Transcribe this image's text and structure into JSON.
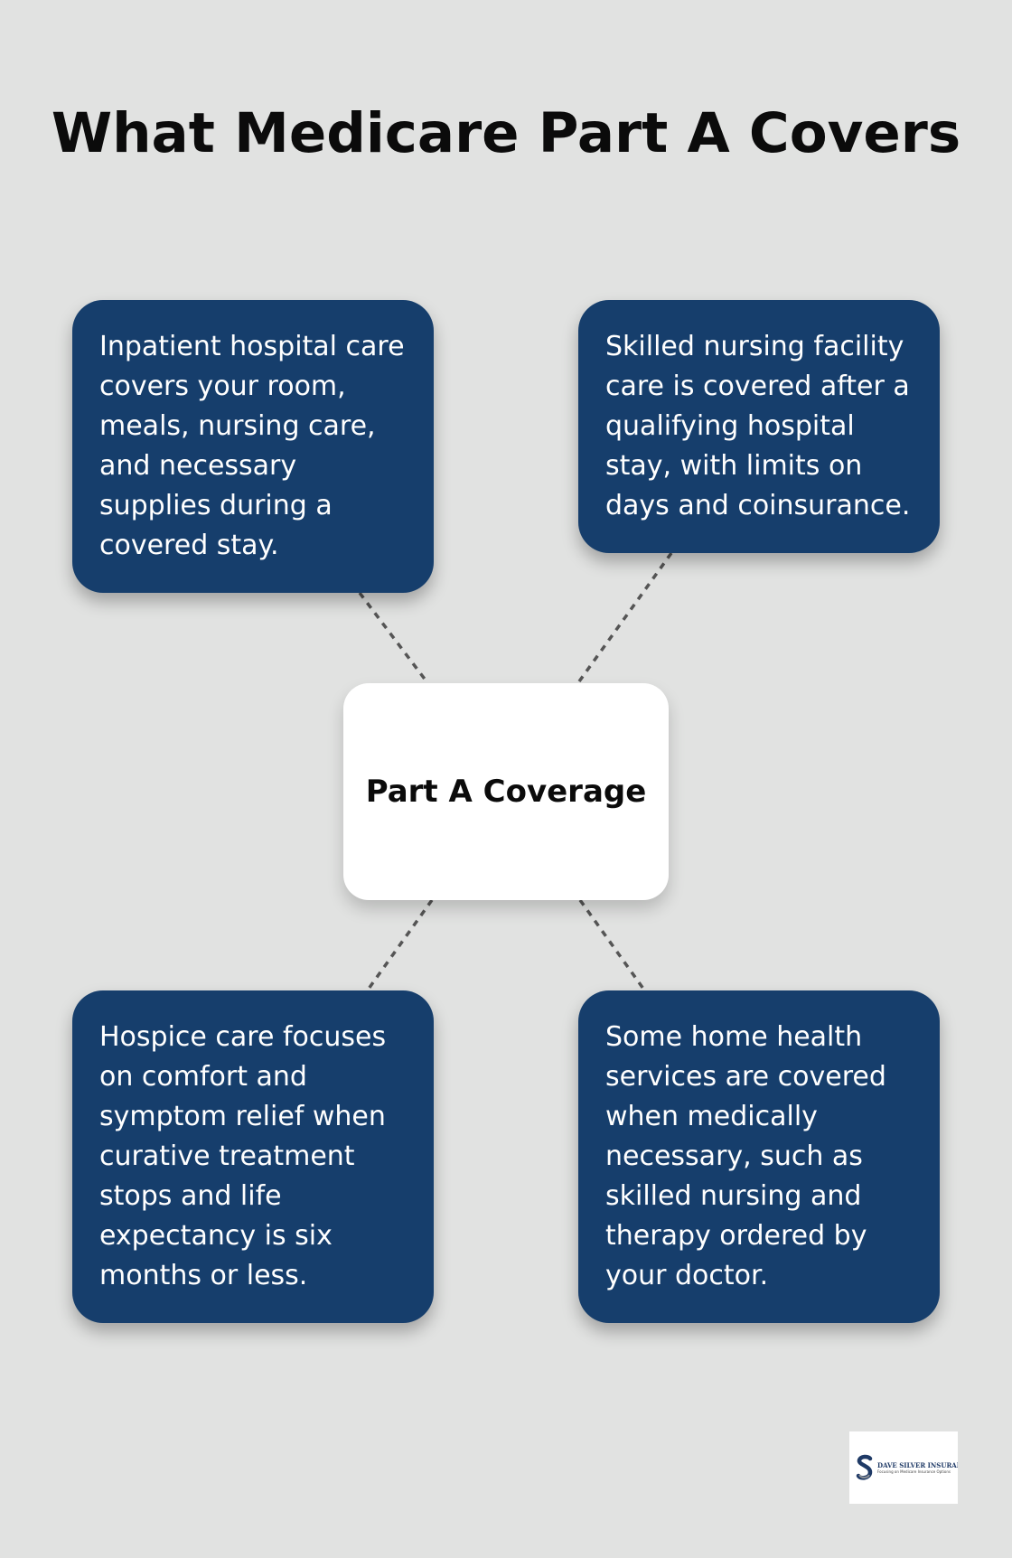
{
  "title": "What Medicare Part A Covers",
  "center": {
    "label": "Part A Coverage"
  },
  "cards": [
    {
      "position": "top-left",
      "text": "Inpatient hospital care covers your room, meals, nursing care, and necessary supplies during a covered stay."
    },
    {
      "position": "top-right",
      "text": "Skilled nursing facility care is covered after a qualifying hospital stay, with limits on days and coinsurance."
    },
    {
      "position": "bottom-left",
      "text": "Hospice care focuses on comfort and symptom relief when curative treatment stops and life expectancy is six months or less."
    },
    {
      "position": "bottom-right",
      "text": "Some home health services are covered when medically necessary, such as skilled nursing and therapy ordered by your doctor."
    }
  ],
  "logo": {
    "name": "DAVE SILVER INSURANCE",
    "tagline": "Focusing on Medicare Insurance Options"
  },
  "colors": {
    "background": "#e1e2e1",
    "card": "#163e6c",
    "card_text": "#ffffff",
    "center": "#ffffff",
    "connector": "#555555"
  }
}
